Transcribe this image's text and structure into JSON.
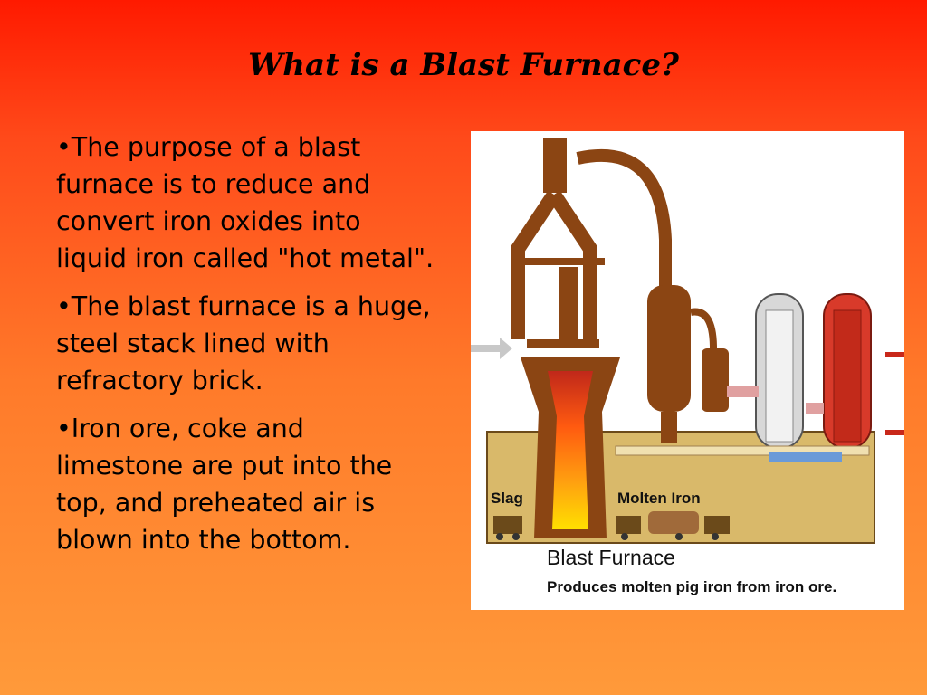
{
  "slide": {
    "title": "What is a Blast Furnace?",
    "bullets": [
      "•The purpose of a blast furnace is to reduce and convert iron oxides into liquid iron called \"hot metal\".",
      "•The blast furnace is a huge, steel stack lined with refractory brick.",
      "•Iron ore, coke and limestone are put into the top, and preheated air is blown into the bottom."
    ]
  },
  "figure": {
    "label_slag": "Slag",
    "label_molten": "Molten Iron",
    "caption_title": "Blast Furnace",
    "caption_sub": "Produces molten pig iron from iron ore."
  },
  "colors": {
    "bg_top": "#ff1a00",
    "bg_bottom": "#ff9a3a",
    "structure": "#8b4513",
    "base": "#d9b96a"
  }
}
